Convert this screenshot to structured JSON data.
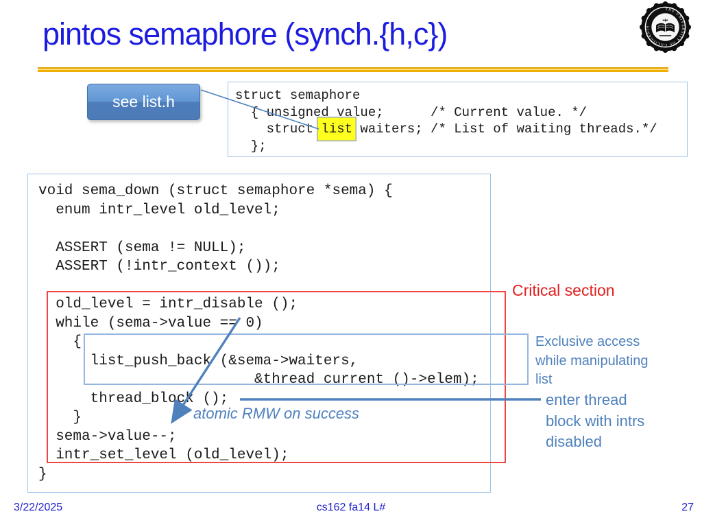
{
  "title": "pintos semaphore (synch.{h,c})",
  "logo": {
    "name": "university-of-california-seal",
    "seal_text": "THE UNIVERSITY OF CALIFORNIA"
  },
  "callout": {
    "label": "see list.h"
  },
  "struct_box": {
    "code_before": "struct semaphore\n  { unsigned value;      /* Current value. */\n    struct ",
    "highlight": "list",
    "code_after": " waiters; /* List of waiting threads.*/\n  };"
  },
  "main_code": "void sema_down (struct semaphore *sema) {\n  enum intr_level old_level;\n\n  ASSERT (sema != NULL);\n  ASSERT (!intr_context ());\n\n  old_level = intr_disable ();\n  while (sema->value == 0)\n    {\n      list_push_back (&sema->waiters,\n                         &thread_current ()->elem);\n      thread_block ();\n    }\n  sema->value--;\n  intr_set_level (old_level);\n}",
  "annotations": {
    "critical_section": "Critical section",
    "exclusive_access": "Exclusive access\nwhile manipulating\nlist",
    "enter_thread": "enter thread\nblock with intrs\ndisabled",
    "atomic_rmw": "atomic RMW on success"
  },
  "footer": {
    "date": "3/22/2025",
    "course": "cs162 fa14 L#",
    "page": "27"
  },
  "colors": {
    "title_blue": "#1c1ce0",
    "annotation_blue": "#4f81bd",
    "critical_red": "#e02020",
    "red_box_border": "#f04540",
    "box_border_blue": "#9dc3e6",
    "highlight_yellow": "#ffff1f",
    "gold_rule": "#efae00",
    "button_blue": "#4c7bb8",
    "footer_blue": "#2222cc"
  }
}
